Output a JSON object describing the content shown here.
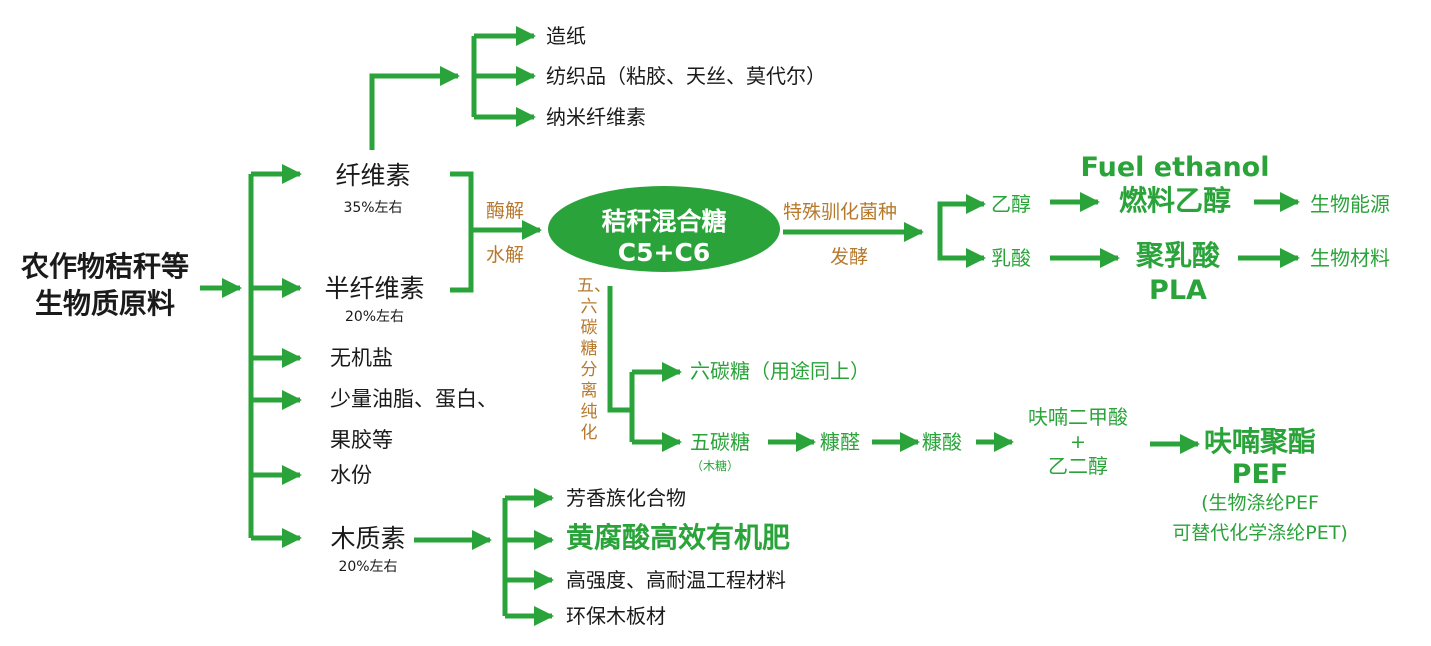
{
  "colors": {
    "green": "#2aa43a",
    "black": "#1a1a1a",
    "brown": "#b7792e"
  },
  "root": {
    "line1": "农作物秸秆等",
    "line2": "生物质原料"
  },
  "components": {
    "cellulose": {
      "label": "纤维素",
      "pct": "35%左右"
    },
    "hemicellulose": {
      "label": "半纤维素",
      "pct": "20%左右"
    },
    "inorganic_salt": "无机盐",
    "oil_protein_1": "少量油脂、蛋白、",
    "oil_protein_2": "果胶等",
    "water": "水份",
    "lignin": {
      "label": "木质素",
      "pct": "20%左右"
    }
  },
  "cellulose_uses": {
    "paper": "造纸",
    "textiles": "纺织品（粘胶、天丝、莫代尔）",
    "nanocellulose": "纳米纤维素"
  },
  "hydrolysis": {
    "enzymatic": "酶解",
    "water": "水解"
  },
  "sugar_mix": {
    "line1": "秸秆混合糖",
    "line2": "C5+C6"
  },
  "fermentation": {
    "top": "特殊驯化菌种",
    "bottom": "发酵"
  },
  "ethanol_branch": {
    "ethanol": "乙醇",
    "fuel_en": "Fuel ethanol",
    "fuel_cn": "燃料乙醇",
    "bioenergy": "生物能源"
  },
  "lactic_branch": {
    "lactic_acid": "乳酸",
    "pla_cn": "聚乳酸",
    "pla_en": "PLA",
    "biomaterial": "生物材料"
  },
  "separation": "五、六碳糖分离纯化",
  "c6": {
    "label": "六碳糖（用途同上）"
  },
  "c5_chain": {
    "c5": "五碳糖",
    "xylose": "（木糖）",
    "furfural": "糠醛",
    "furoic_acid": "糠酸",
    "fdca": "呋喃二甲酸",
    "plus": "+",
    "glycol": "乙二醇",
    "pef_cn": "呋喃聚酯",
    "pef_en": "PEF",
    "note1": "(生物涤纶PEF",
    "note2": "可替代化学涤纶PET)"
  },
  "lignin_uses": {
    "aromatics": "芳香族化合物",
    "fulvic": "黄腐酸高效有机肥",
    "materials": "高强度、高耐温工程材料",
    "board": "环保木板材"
  }
}
